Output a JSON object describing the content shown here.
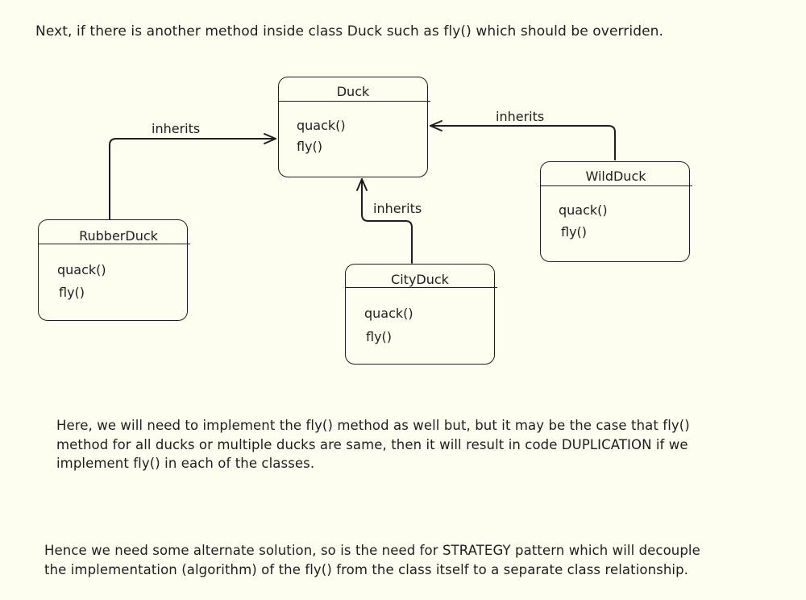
{
  "intro_text": "Next, if there is another method inside class Duck such as fly() which should be overriden.",
  "diagram": {
    "classes": {
      "duck": {
        "name": "Duck",
        "methods": [
          "quack()",
          "fly()"
        ]
      },
      "rubber_duck": {
        "name": "RubberDuck",
        "methods": [
          "quack()",
          "fly()"
        ]
      },
      "city_duck": {
        "name": "CityDuck",
        "methods": [
          "quack()",
          "fly()"
        ]
      },
      "wild_duck": {
        "name": "WildDuck",
        "methods": [
          "quack()",
          "fly()"
        ]
      }
    },
    "edges": [
      {
        "from": "RubberDuck",
        "to": "Duck",
        "label": "inherits"
      },
      {
        "from": "CityDuck",
        "to": "Duck",
        "label": "inherits"
      },
      {
        "from": "WildDuck",
        "to": "Duck",
        "label": "inherits"
      }
    ]
  },
  "paragraph_1": "Here, we will need to implement the fly() method as well but, but it may be the case that fly()\nmethod for all ducks or multiple ducks are same, then it will result in code DUPLICATION if we\nimplement fly() in each of the classes.",
  "paragraph_2": "Hence we need some alternate solution, so is the need for STRATEGY pattern which will decouple\nthe implementation (algorithm) of the fly() from the class itself to a separate class relationship.",
  "colors": {
    "background": "#fffdef",
    "ink": "#1e1e1e"
  }
}
